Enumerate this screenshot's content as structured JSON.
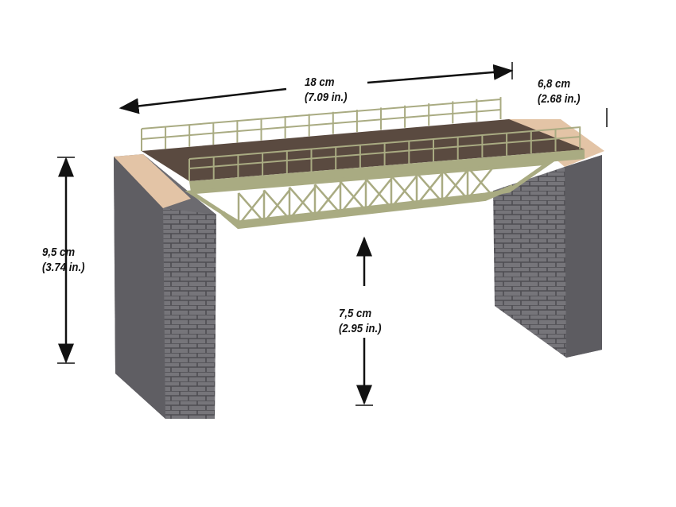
{
  "dimensions": {
    "length": {
      "metric": "18 cm",
      "imperial": "(7.09 in.)"
    },
    "width": {
      "metric": "6,8 cm",
      "imperial": "(2.68 in.)"
    },
    "pier_height": {
      "metric": "9,5 cm",
      "imperial": "(3.74 in.)"
    },
    "clearance": {
      "metric": "7,5 cm",
      "imperial": "(2.95 in.)"
    }
  },
  "colors": {
    "stone": "#6f6e72",
    "truss": "#a9ab82",
    "deck": "#5a4a40",
    "cap": "#e3c4a6"
  }
}
